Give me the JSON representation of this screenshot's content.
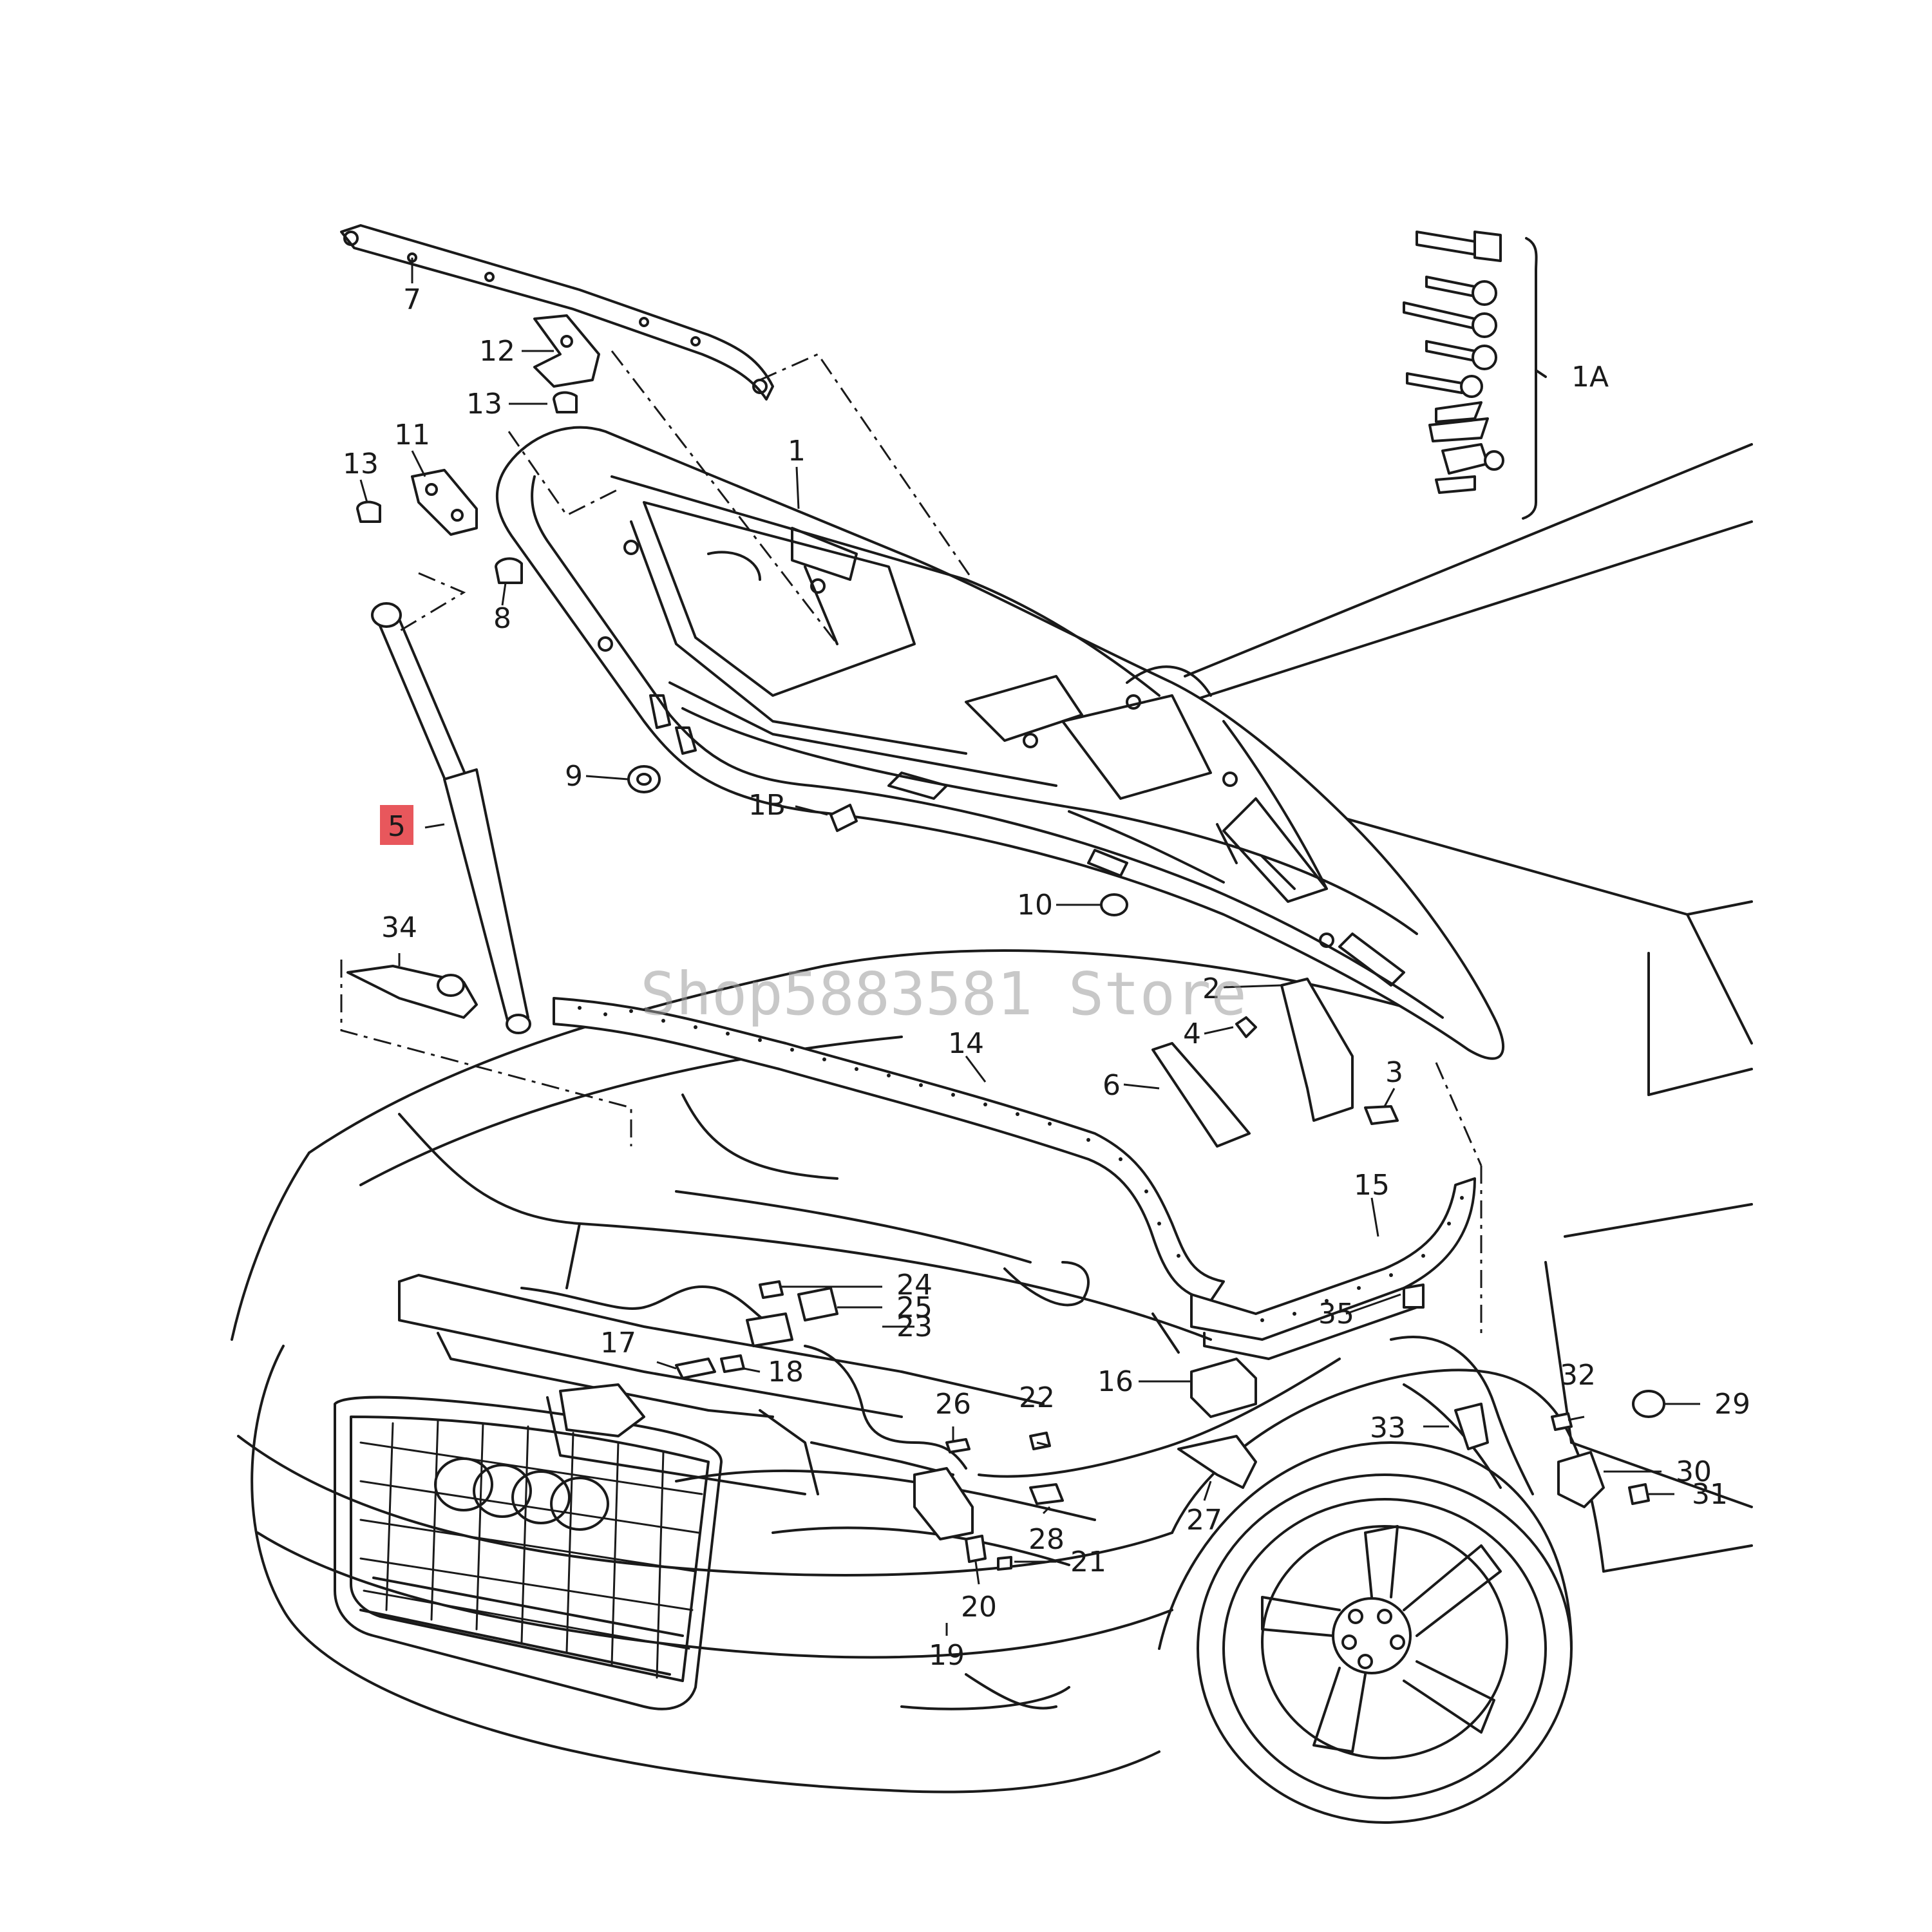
{
  "diagram": {
    "watermark": "Shop5883581 Store",
    "highlight_color": "#e8575c",
    "line_color": "#1a1a1a",
    "callouts": {
      "c1": "1",
      "c1A": "1A",
      "c1B": "1B",
      "c2": "2",
      "c3": "3",
      "c4": "4",
      "c5": "5",
      "c6": "6",
      "c7": "7",
      "c8": "8",
      "c9": "9",
      "c10": "10",
      "c11": "11",
      "c12": "12",
      "c13a": "13",
      "c13b": "13",
      "c14": "14",
      "c15": "15",
      "c16": "16",
      "c17": "17",
      "c18": "18",
      "c19": "19",
      "c20": "20",
      "c21": "21",
      "c22": "22",
      "c23": "23",
      "c24": "24",
      "c25": "25",
      "c26": "26",
      "c27": "27",
      "c28": "28",
      "c29": "29",
      "c30": "30",
      "c31": "31",
      "c32": "32",
      "c33": "33",
      "c34": "34",
      "c35": "35"
    },
    "highlighted_part": "5"
  }
}
